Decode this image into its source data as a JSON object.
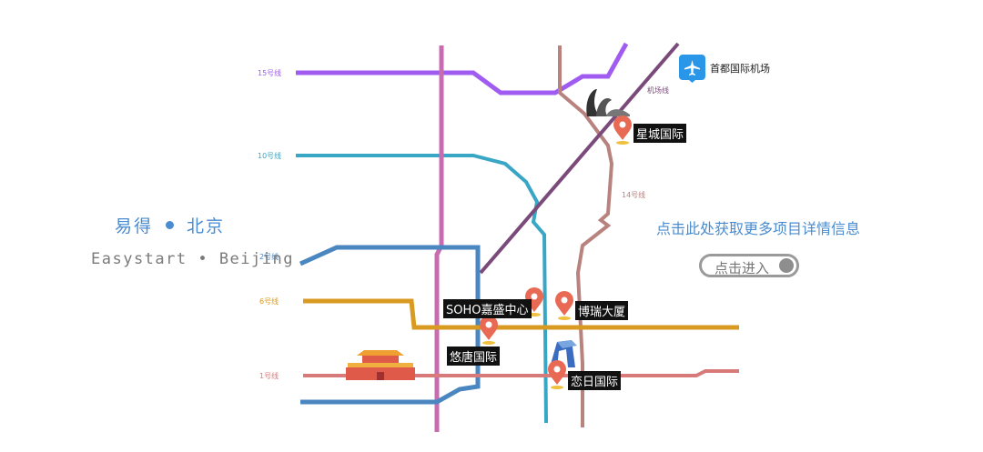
{
  "brand": {
    "title_left": "易得",
    "title_right": "北京",
    "subtitle": "Easystart • Beijing"
  },
  "info_text": "点击此处获取更多项目详情信息",
  "enter_button": {
    "label": "点击进入"
  },
  "airport": {
    "label": "首都国际机场",
    "icon": "airplane-icon"
  },
  "lines": [
    {
      "id": "l15",
      "label": "15号线",
      "color": "#a05cf0"
    },
    {
      "id": "l10",
      "label": "10号线",
      "color": "#3aa6c6"
    },
    {
      "id": "l14",
      "label": "14号线",
      "color": "#b8827e"
    },
    {
      "id": "lair",
      "label": "机场线",
      "color": "#7a4a7a"
    },
    {
      "id": "l2",
      "label": "2号线",
      "color": "#4a86c0"
    },
    {
      "id": "l6",
      "label": "6号线",
      "color": "#d89a20"
    },
    {
      "id": "l1",
      "label": "1号线",
      "color": "#d87a7a"
    }
  ],
  "pois": [
    {
      "name": "星城国际"
    },
    {
      "name": "SOHO嘉盛中心"
    },
    {
      "name": "博瑞大厦"
    },
    {
      "name": "悠唐国际"
    },
    {
      "name": "恋日国际"
    }
  ]
}
